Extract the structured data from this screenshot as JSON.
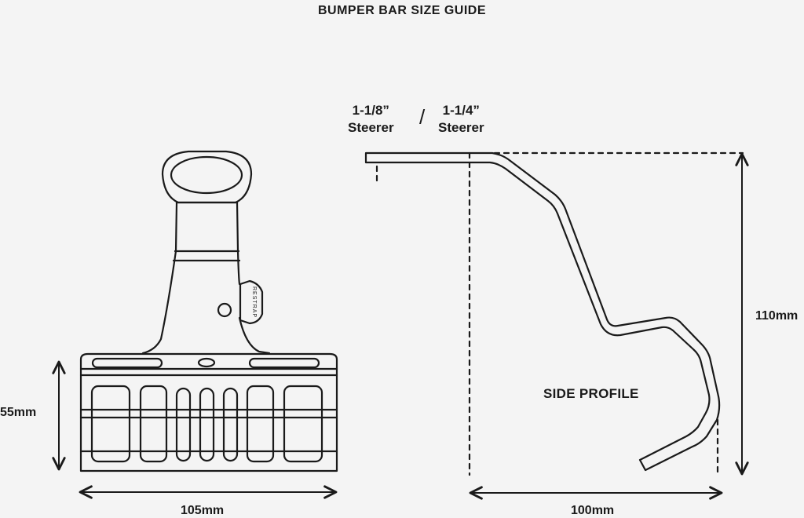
{
  "title": "BUMPER BAR SIZE GUIDE",
  "steerer": {
    "option_a_size": "1-1/8”",
    "option_a_label": "Steerer",
    "separator": "/",
    "option_b_size": "1-1/4”",
    "option_b_label": "Steerer"
  },
  "dimensions": {
    "height_front": "55mm",
    "width_front": "105mm",
    "depth_side": "100mm",
    "height_side": "110mm"
  },
  "side_profile_label": "SIDE PROFILE",
  "logo_text": "RESTRAP",
  "colors": {
    "line": "#1a1a1a",
    "background": "#f4f4f4"
  }
}
